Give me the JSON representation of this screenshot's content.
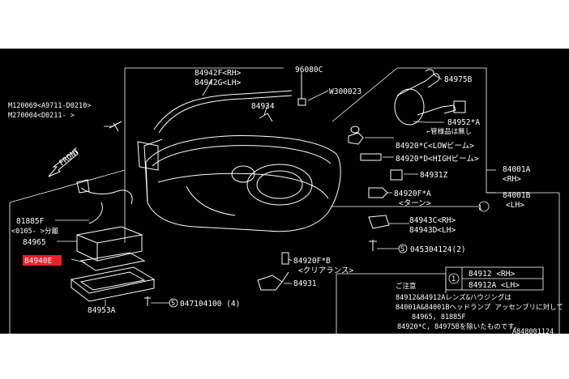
{
  "diagram": {
    "labels": {
      "p84942f": "84942F<RH>",
      "p84942g": "84942G<LH>",
      "p96080c": "96080C",
      "pw300023": "W300023",
      "p84975b": "84975B",
      "p84934": "84934",
      "pm120069": "M120069<A9711-D0210>",
      "pm270004": "M270004<D0211-  >",
      "pfront": "FRONT",
      "p84952a": "84952*A",
      "pnote_bulb": "←管様品は無し",
      "p84920c": "84920*C<LOWビーム>",
      "p84920d": "84920*D<HIGHビーム>",
      "p84001a": "84001A",
      "p84001a_side": "<RH>",
      "p84931z": "84931Z",
      "p84920fa": "84920F*A",
      "p84920fa_note": "<ターン>",
      "p84001b": "84001B",
      "p84001b_side": "<LH>",
      "p81885f": "81885F",
      "p81885f_range": "<0105-   >分離",
      "p84943c": "84943C<RH>",
      "p84943d": "84943D<LH>",
      "p84965": "84965",
      "p045304124": "045304124(2)",
      "p84940e": "84940E",
      "p84920fb": "84920F*B",
      "p84920fb_note": "<クリアランス>",
      "p84931": "84931",
      "p047104100": "047104100 (4)",
      "p84953a": "84953A",
      "callout_1": "1",
      "callout_s": "S"
    },
    "legend": {
      "number": "1",
      "rows": [
        "84912  <RH>",
        "84912A <LH>"
      ]
    },
    "notice": {
      "heading": "ご注意",
      "lines": [
        "84912&84912Aレンズ&ハウジングは",
        "84001A&84001Bヘッドランプ アッセンブリに対して",
        "84965, 81885F",
        "84920*C, 84975Bを除いたものです。"
      ]
    },
    "figure_code": "A848001124",
    "highlight_color": "#e8202a",
    "background_color": "#000000",
    "line_color": "#ffffff"
  }
}
